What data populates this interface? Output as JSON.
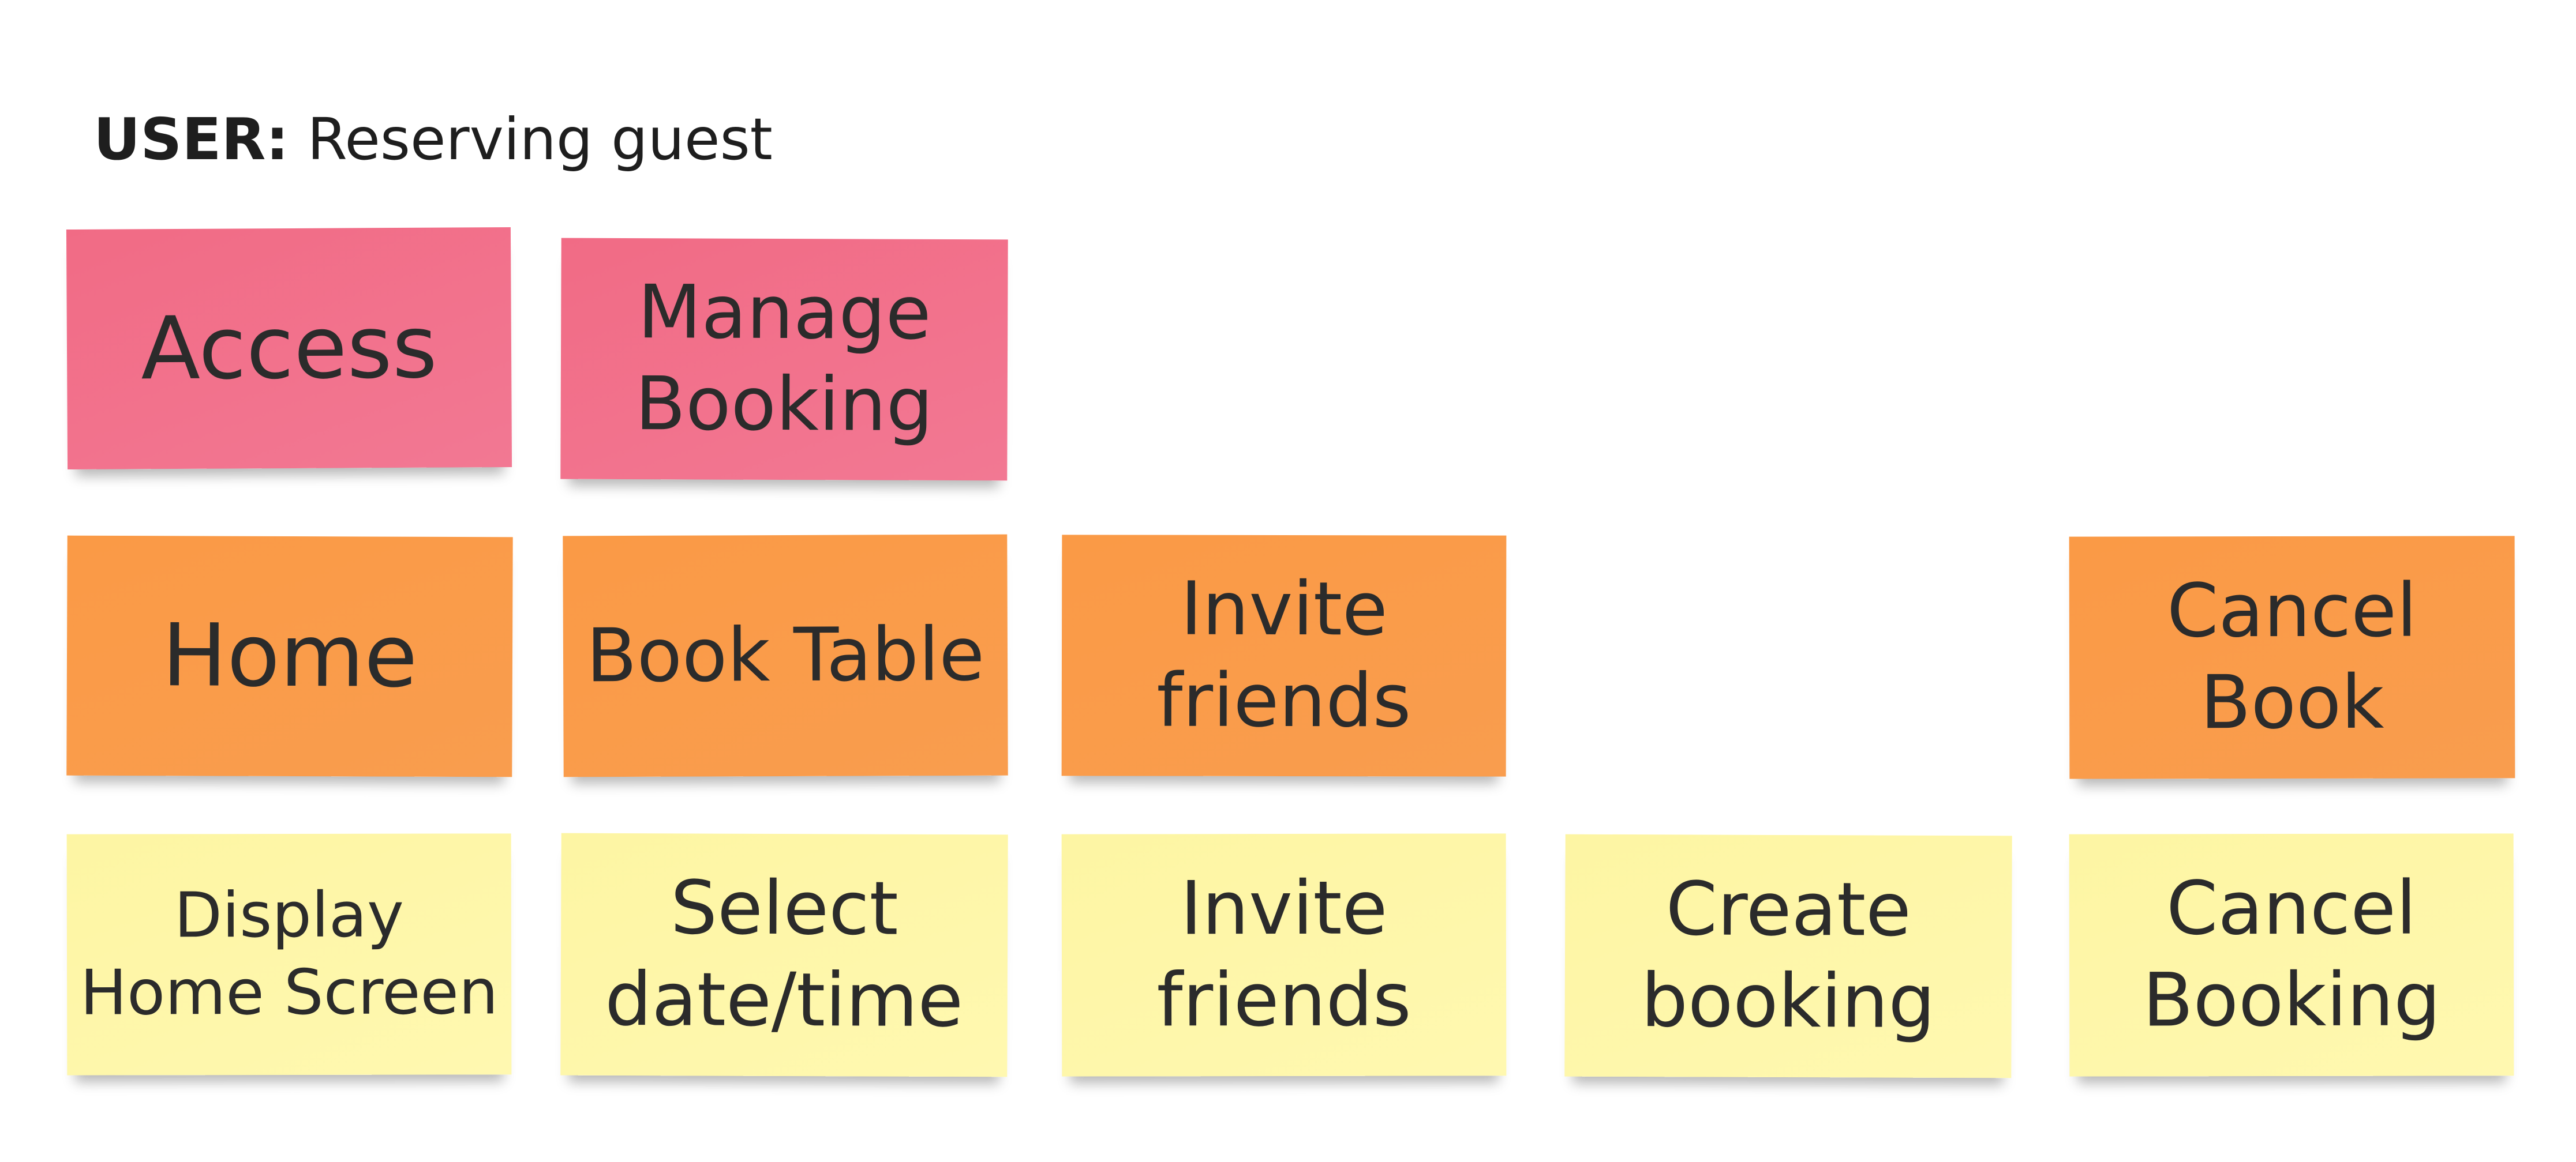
{
  "header": {
    "label": "USER:",
    "value": "Reserving guest"
  },
  "rows": [
    {
      "row": "activities",
      "color": "#f16b85",
      "notes": [
        {
          "lines": [
            "Access"
          ]
        },
        {
          "lines": [
            "Manage",
            "Booking"
          ]
        }
      ]
    },
    {
      "row": "steps",
      "color": "#fa9a46",
      "notes": [
        {
          "lines": [
            "Home"
          ]
        },
        {
          "lines": [
            "Book Table"
          ]
        },
        {
          "lines": [
            "Invite",
            "friends"
          ]
        },
        {
          "lines": [
            "Cancel",
            "Book"
          ]
        }
      ]
    },
    {
      "row": "tasks",
      "color": "#fdf5a3",
      "notes": [
        {
          "lines": [
            "Display",
            "Home Screen"
          ]
        },
        {
          "lines": [
            "Select",
            "date/time"
          ]
        },
        {
          "lines": [
            "Invite",
            "friends"
          ]
        },
        {
          "lines": [
            "Create",
            "booking"
          ]
        },
        {
          "lines": [
            "Cancel",
            "Booking"
          ]
        }
      ]
    }
  ]
}
